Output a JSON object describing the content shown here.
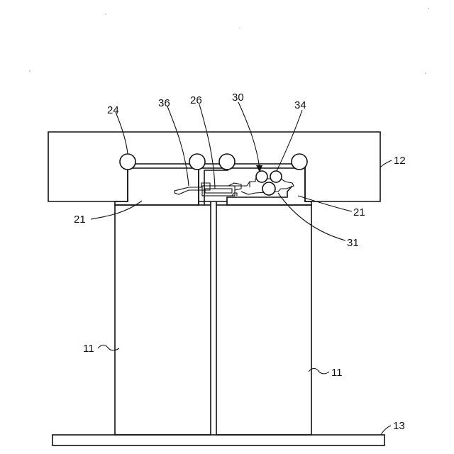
{
  "labels": {
    "l24": "24",
    "l36": "36",
    "l26": "26",
    "l30": "30",
    "l34": "34",
    "l12": "12",
    "l21_left": "21",
    "l21_right": "21",
    "l31": "31",
    "l11_left": "11",
    "l11_right": "11",
    "l13": "13"
  }
}
